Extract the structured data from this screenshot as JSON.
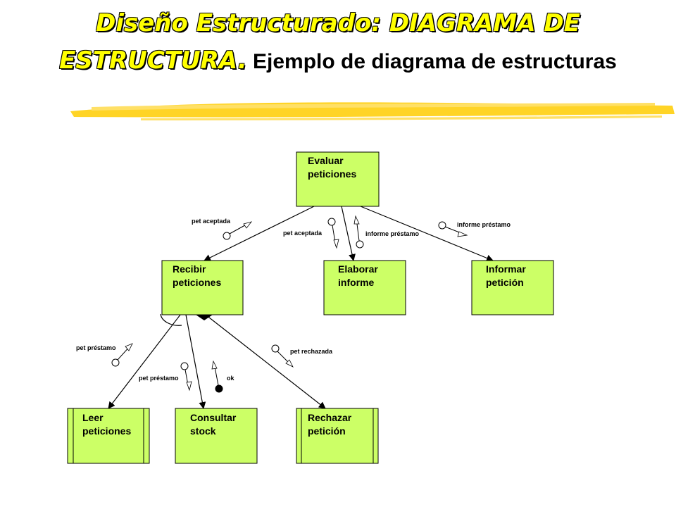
{
  "title": {
    "main": "Diseño Estructurado: DIAGRAMA DE ESTRUCTURA.",
    "sub": " Ejemplo de diagrama de estructuras"
  },
  "modules": {
    "evaluar": [
      "Evaluar",
      "peticiones"
    ],
    "recibir": [
      "Recibir",
      "peticiones"
    ],
    "elaborar": [
      "Elaborar",
      "informe"
    ],
    "informar": [
      "Informar",
      "petición"
    ],
    "leer": [
      "Leer",
      "peticiones"
    ],
    "consultar": [
      "Consultar",
      "stock"
    ],
    "rechazar": [
      "Rechazar",
      "petición"
    ]
  },
  "flows": {
    "pet_aceptada_1": "pet aceptada",
    "pet_aceptada_2": "pet aceptada",
    "informe_prestamo_1": "informe préstamo",
    "informe_prestamo_2": "informe préstamo",
    "pet_prestamo_1": "pet préstamo",
    "pet_prestamo_2": "pet préstamo",
    "ok": "ok",
    "pet_rechazada": "pet rechazada"
  },
  "colors": {
    "module_fill": "#ccff66",
    "title_fill": "#ffff00",
    "underline": "#ffcc00"
  }
}
